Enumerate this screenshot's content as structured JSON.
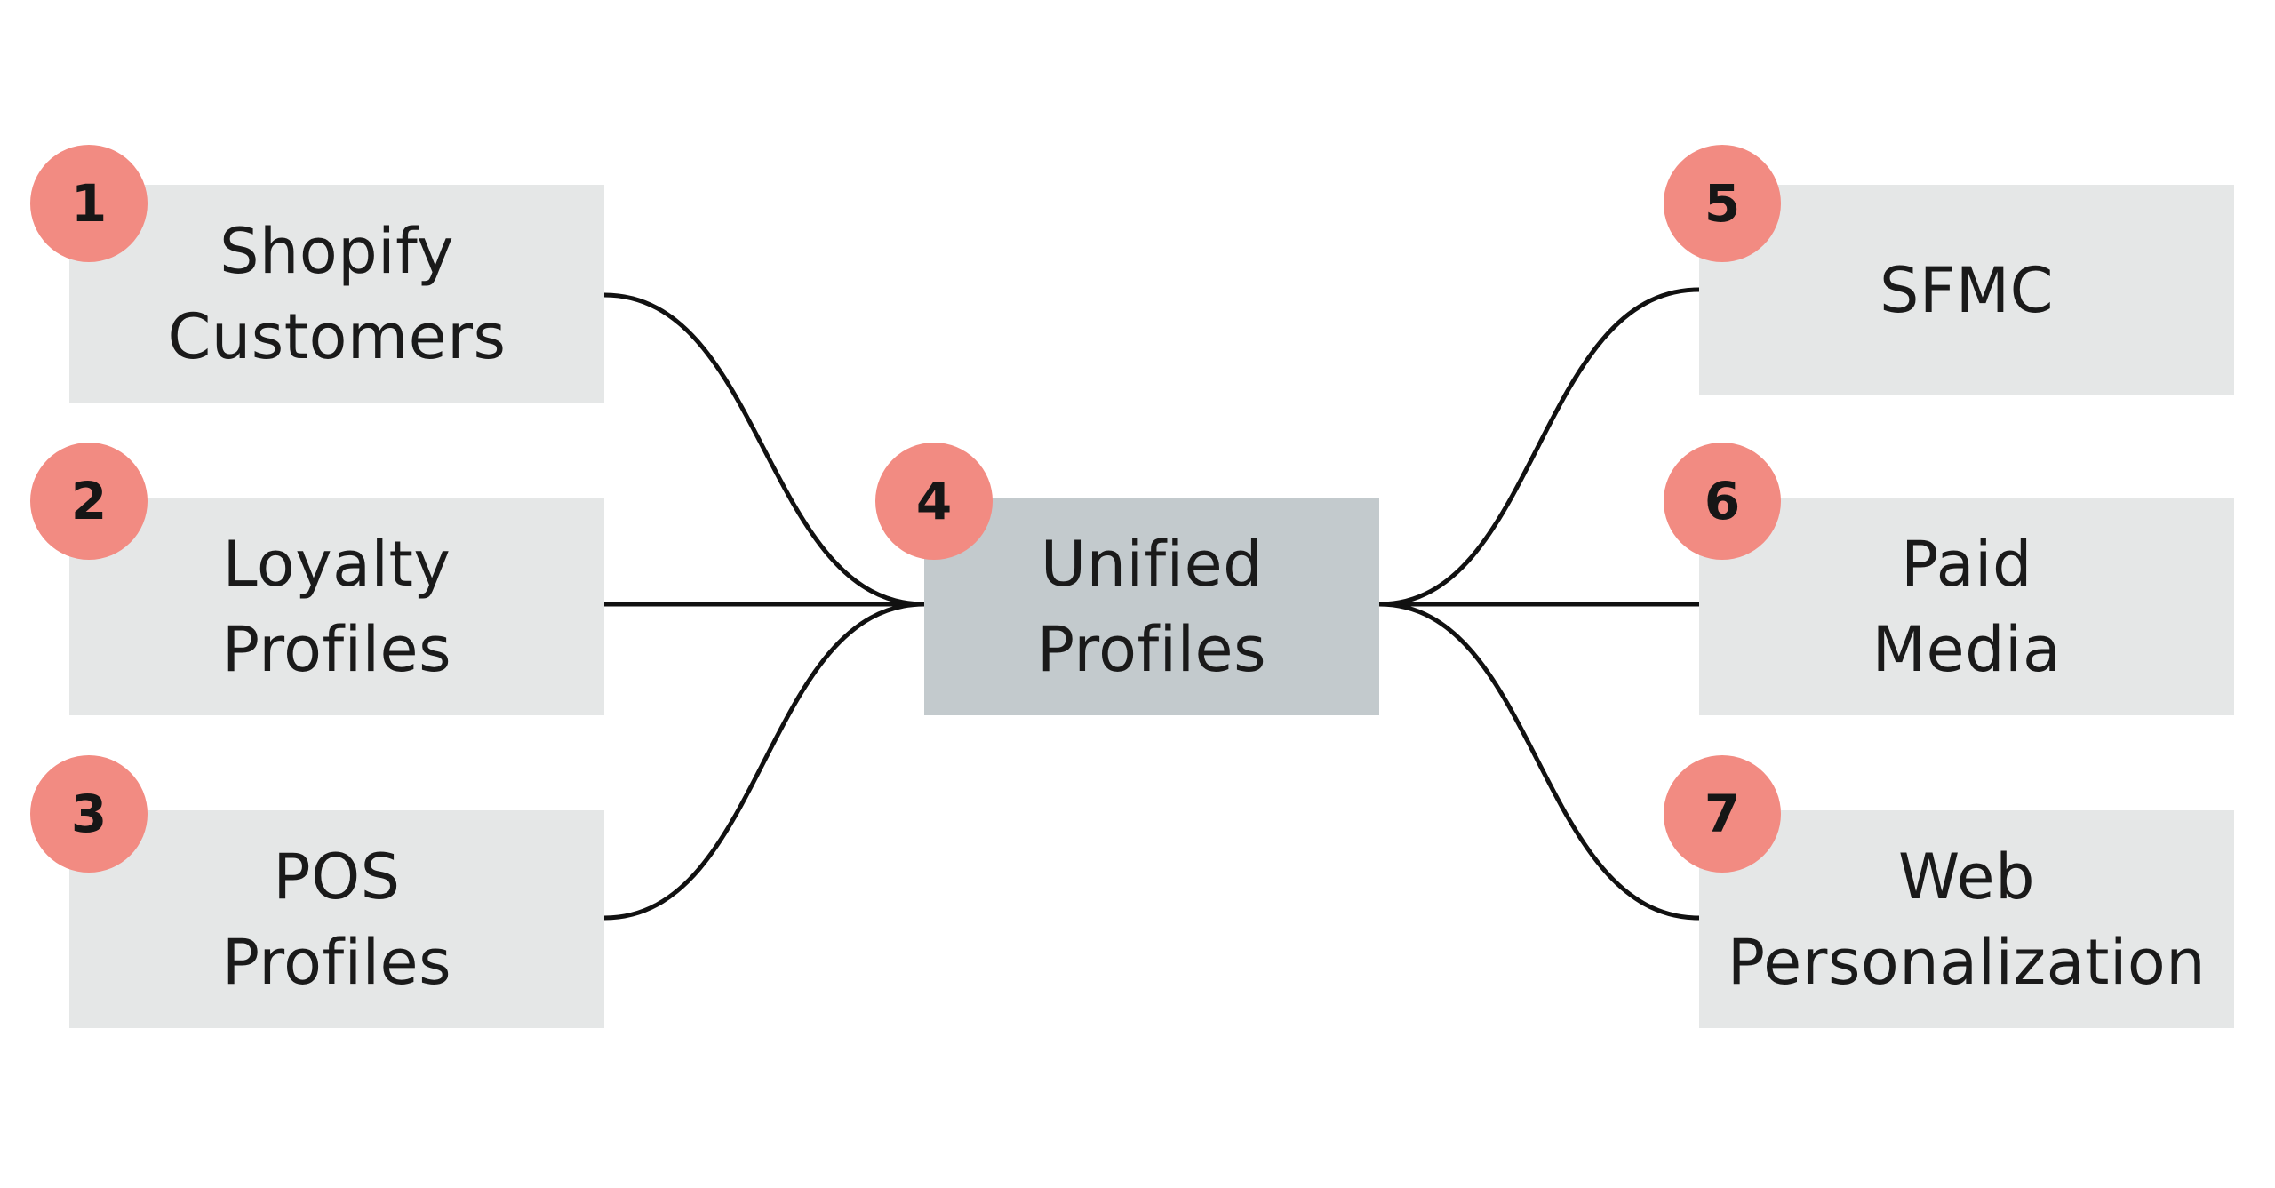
{
  "diagram": {
    "colors": {
      "source_box": "#e5e7e7",
      "center_box": "#c3cacd",
      "badge": "#f28b82",
      "connector": "#111111"
    },
    "sources": [
      {
        "id": "shopify",
        "badge": "1",
        "label": "Shopify\nCustomers"
      },
      {
        "id": "loyalty",
        "badge": "2",
        "label": "Loyalty\nProfiles"
      },
      {
        "id": "pos",
        "badge": "3",
        "label": "POS\nProfiles"
      }
    ],
    "center": {
      "id": "unified",
      "badge": "4",
      "label": "Unified\nProfiles"
    },
    "destinations": [
      {
        "id": "sfmc",
        "badge": "5",
        "label": "SFMC"
      },
      {
        "id": "paid-media",
        "badge": "6",
        "label": "Paid\nMedia"
      },
      {
        "id": "web-personalization",
        "badge": "7",
        "label": "Web\nPersonalization"
      }
    ],
    "edges": [
      {
        "from": "shopify",
        "to": "unified"
      },
      {
        "from": "loyalty",
        "to": "unified"
      },
      {
        "from": "pos",
        "to": "unified"
      },
      {
        "from": "unified",
        "to": "sfmc"
      },
      {
        "from": "unified",
        "to": "paid-media"
      },
      {
        "from": "unified",
        "to": "web-personalization"
      }
    ]
  }
}
